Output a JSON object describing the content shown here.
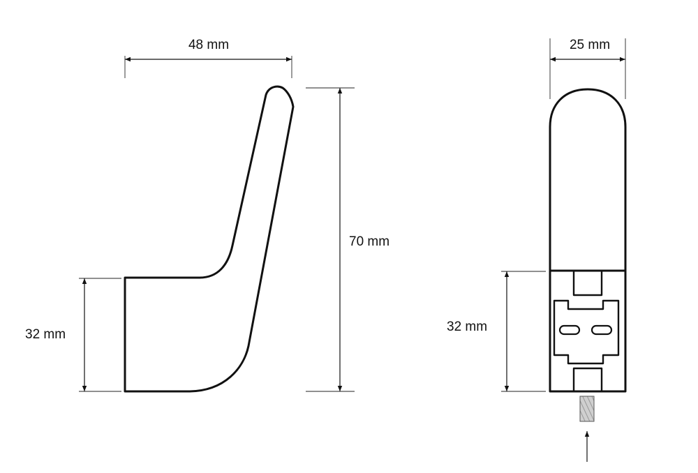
{
  "dimensions": {
    "side_width": "48 mm",
    "side_height": "70 mm",
    "side_base_height": "32 mm",
    "front_width": "25 mm",
    "front_base_height": "32 mm"
  },
  "colors": {
    "line": "#111111",
    "background": "#ffffff",
    "screw": "#b5b5b5"
  }
}
